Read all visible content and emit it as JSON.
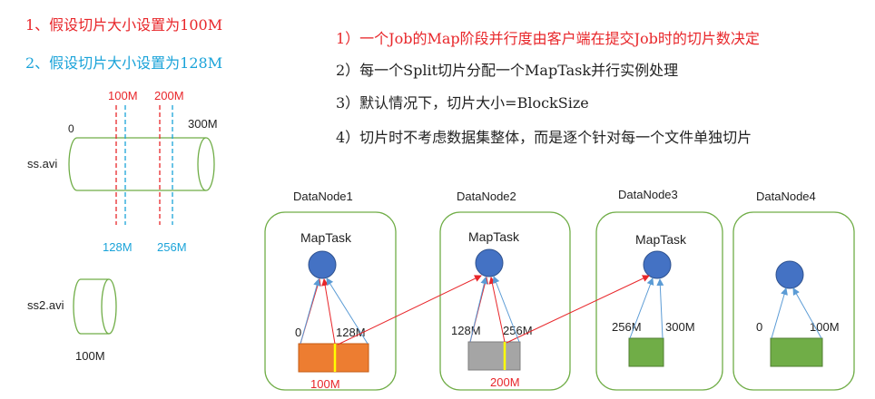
{
  "settings": {
    "setting_1": "1、假设切片大小设置为100M",
    "setting_2": "2、假设切片大小设置为128M"
  },
  "points": [
    "1）一个Job的Map阶段并行度由客户端在提交Job时的切片数决定",
    "2）每一个Split切片分配一个MapTask并行实例处理",
    "3）默认情况下，切片大小=BlockSize",
    "4）切片时不考虑数据集整体，而是逐个针对每一个文件单独切片"
  ],
  "file1": {
    "name": "ss.avi",
    "start": "0",
    "end": "300M",
    "mark_100": "100M",
    "mark_200": "200M",
    "mark_128": "128M",
    "mark_256": "256M"
  },
  "file2": {
    "name": "ss2.avi",
    "size": "100M"
  },
  "nodes": [
    {
      "name": "DataNode1",
      "task": "MapTask",
      "left_label": "0",
      "right_label": "128M",
      "bottom_label": "100M"
    },
    {
      "name": "DataNode2",
      "task": "MapTask",
      "left_label": "128M",
      "right_label": "256M",
      "bottom_label": "200M"
    },
    {
      "name": "DataNode3",
      "task": "MapTask",
      "left_label": "256M",
      "right_label": "300M"
    },
    {
      "name": "DataNode4",
      "task": "",
      "left_label": "0",
      "right_label": "100M"
    }
  ],
  "colors": {
    "red": "#e8262a",
    "cyan": "#1aa3d9",
    "green": "#70ad47",
    "blue": "#4472c4",
    "orange": "#ed7d31",
    "gray": "#a5a5a5",
    "yellow": "#ffff00"
  }
}
